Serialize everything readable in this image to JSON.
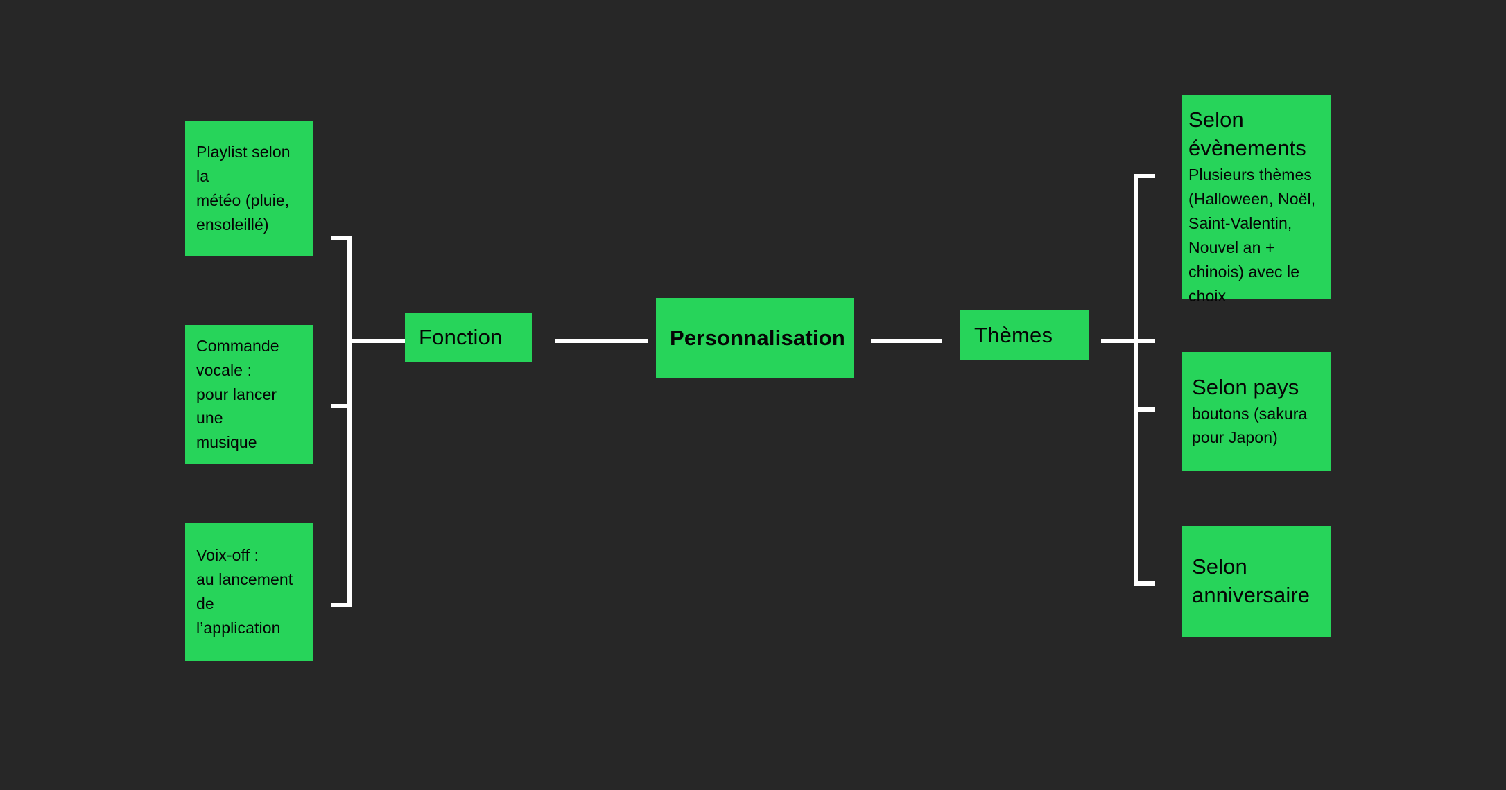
{
  "diagram": {
    "title_node": "Personnalisation",
    "background_color": "#272727",
    "node_color": "#27d45a",
    "connector_color": "#ffffff",
    "text_color": "#050505",
    "left_branch": [
      {
        "id": "playlist-meteo",
        "text": "Playlist selon la\nmétéo (pluie,\nensoleillé)"
      },
      {
        "id": "commande-vocale",
        "text": "Commande\nvocale :\npour lancer une\nmusique"
      },
      {
        "id": "voix-off",
        "text": "Voix-off :\nau lancement\nde l’application"
      }
    ],
    "middle": [
      {
        "id": "fonction",
        "label": "Fonction",
        "bold": false
      },
      {
        "id": "personnalisation",
        "label": "Personnalisation",
        "bold": true
      },
      {
        "id": "themes",
        "label": "Thèmes",
        "bold": false
      }
    ],
    "right_branch": [
      {
        "id": "selon-evenements",
        "heading": "Selon\névènements",
        "body": "Plusieurs thèmes\n(Halloween, Noël,\nSaint-Valentin,\nNouvel an +\nchinois) avec le\nchoix"
      },
      {
        "id": "selon-pays",
        "heading": "Selon pays",
        "body": "boutons (sakura\npour Japon)"
      },
      {
        "id": "selon-anniversaire",
        "heading": "Selon\nanniversaire",
        "body": ""
      }
    ]
  }
}
